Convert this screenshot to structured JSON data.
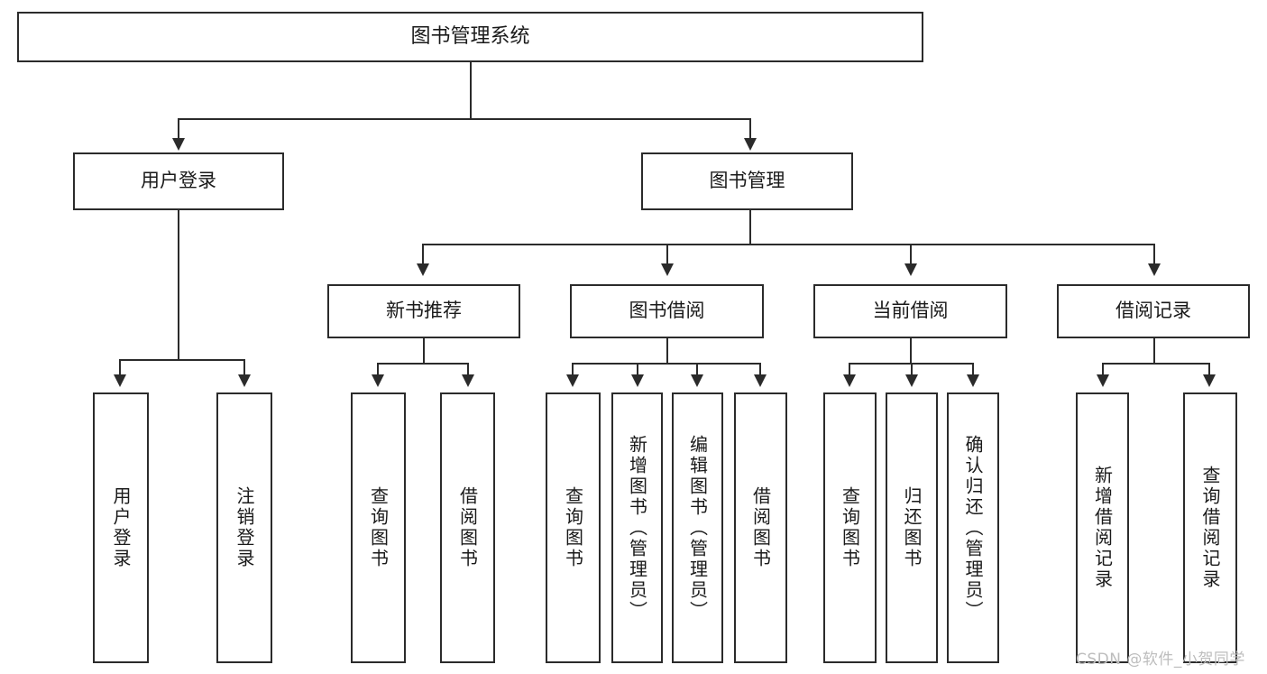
{
  "diagram": {
    "title": "图书管理系统",
    "type": "tree-hierarchy-functional-decomposition",
    "root": {
      "id": "root",
      "label": "图书管理系统"
    },
    "level2": [
      {
        "id": "user-login",
        "label": "用户登录"
      },
      {
        "id": "book-manage",
        "label": "图书管理"
      }
    ],
    "level3": [
      {
        "id": "new-book-rec",
        "label": "新书推荐",
        "parent": "book-manage"
      },
      {
        "id": "book-borrow",
        "label": "图书借阅",
        "parent": "book-manage"
      },
      {
        "id": "current-borrow",
        "label": "当前借阅",
        "parent": "book-manage"
      },
      {
        "id": "borrow-record",
        "label": "借阅记录",
        "parent": "book-manage"
      }
    ],
    "leaves": [
      {
        "id": "leaf-user-login",
        "label": "用户登录",
        "parent": "user-login"
      },
      {
        "id": "leaf-user-logout",
        "label": "注销登录",
        "parent": "user-login"
      },
      {
        "id": "leaf-query-book-1",
        "label": "查询图书",
        "parent": "new-book-rec"
      },
      {
        "id": "leaf-borrow-book-1",
        "label": "借阅图书",
        "parent": "new-book-rec"
      },
      {
        "id": "leaf-query-book-2",
        "label": "查询图书",
        "parent": "book-borrow"
      },
      {
        "id": "leaf-add-book",
        "label": "新增图书（管理员）",
        "parent": "book-borrow"
      },
      {
        "id": "leaf-edit-book",
        "label": "编辑图书（管理员）",
        "parent": "book-borrow"
      },
      {
        "id": "leaf-borrow-book-2",
        "label": "借阅图书",
        "parent": "book-borrow"
      },
      {
        "id": "leaf-query-book-3",
        "label": "查询图书",
        "parent": "current-borrow"
      },
      {
        "id": "leaf-return-book",
        "label": "归还图书",
        "parent": "current-borrow"
      },
      {
        "id": "leaf-confirm-return",
        "label": "确认归还（管理员）",
        "parent": "current-borrow"
      },
      {
        "id": "leaf-add-record",
        "label": "新增借阅记录",
        "parent": "borrow-record"
      },
      {
        "id": "leaf-query-record",
        "label": "查询借阅记录",
        "parent": "borrow-record"
      }
    ]
  },
  "watermark": {
    "text": "CSDN @软件_小贺同学"
  },
  "colors": {
    "box_border": "#2b2b2b",
    "box_fill": "#ffffff",
    "text": "#1a1a1a",
    "connector": "#2b2b2b",
    "watermark": "#bdbdbd",
    "background": "#ffffff"
  }
}
